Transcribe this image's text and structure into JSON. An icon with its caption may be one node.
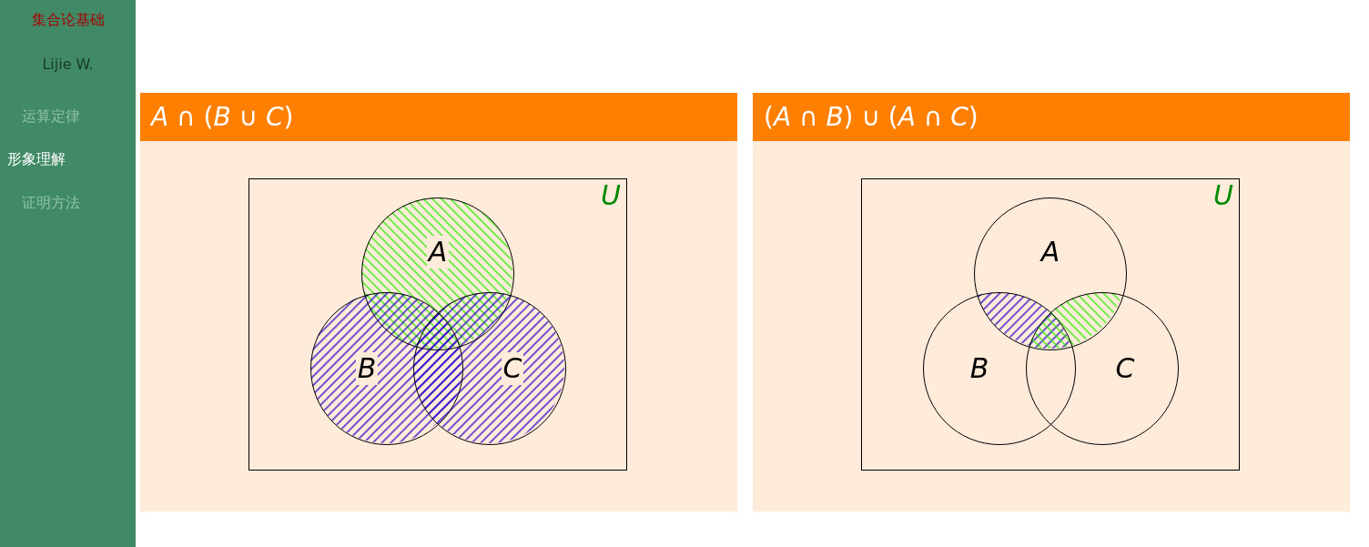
{
  "diagram": {
    "nodes": [
      {
        "text": [
          "*A* ∩ (*B* ∪ *C*)"
        ]
      },
      {
        "text": [
          "U"
        ],
        "in": 0
      },
      {
        "text": [
          "A"
        ],
        "in": 1
      },
      {
        "text": [
          "B"
        ],
        "in": 1
      },
      {
        "text": [
          "C"
        ],
        "in": 1
      },
      {
        "text": [
          "(*A* ∩ *B*) ∪ (*A* ∩ *C*)"
        ]
      },
      {
        "text": [
          "U"
        ],
        "in": 5
      },
      {
        "text": [
          "A"
        ],
        "in": 6
      },
      {
        "text": [
          "B"
        ],
        "in": 6
      },
      {
        "text": [
          "C"
        ],
        "in": 6
      }
    ],
    "edges": [],
    "labels": [
      "集合论基础",
      "Lijie W.",
      "运算定律",
      "形象理解",
      "证明方法"
    ]
  }
}
